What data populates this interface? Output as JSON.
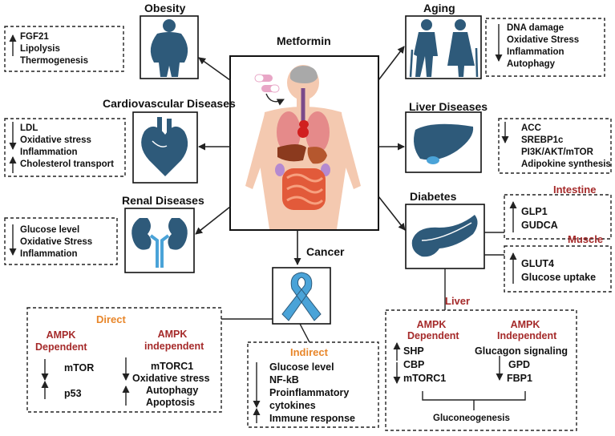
{
  "center": {
    "title": "Metformin"
  },
  "obesity": {
    "title": "Obesity",
    "items": [
      "FGF21",
      "Lipolysis",
      "Thermogenesis"
    ]
  },
  "aging": {
    "title": "Aging",
    "items": [
      "DNA damage",
      "Oxidative Stress",
      "Inflammation",
      "Autophagy"
    ]
  },
  "cardio": {
    "title": "Cardiovascular Diseases",
    "items": [
      "LDL",
      "Oxidative stress",
      "Inflammation",
      "Cholesterol transport"
    ]
  },
  "liver_diseases": {
    "title": "Liver Diseases",
    "items": [
      "ACC",
      "SREBP1c",
      "PI3K/AKT/mTOR",
      "Adipokine synthesis"
    ]
  },
  "renal": {
    "title": "Renal Diseases",
    "items": [
      "Glucose level",
      "Oxidative Stress",
      "Inflammation"
    ]
  },
  "diabetes": {
    "title": "Diabetes",
    "intestine": {
      "title": "Intestine",
      "items": [
        "GLP1",
        "GUDCA"
      ]
    },
    "muscle": {
      "title": "Muscle",
      "items": [
        "GLUT4",
        "Glucose uptake"
      ]
    },
    "liver": {
      "title": "Liver",
      "dependent": {
        "title1": "AMPK",
        "title2": "Dependent",
        "items": [
          "SHP",
          "CBP",
          "mTORC1"
        ]
      },
      "independent": {
        "title1": "AMPK",
        "title2": "Independent",
        "items": [
          "Glucagon signaling",
          "GPD",
          "FBP1"
        ]
      },
      "footer": "Gluconeogenesis"
    }
  },
  "cancer": {
    "title": "Cancer",
    "direct": {
      "title": "Direct",
      "dependent": {
        "title1": "AMPK",
        "title2": "Dependent",
        "items": [
          "mTOR",
          "p53"
        ]
      },
      "independent": {
        "title1": "AMPK",
        "title2": "independent",
        "items": [
          "mTORC1",
          "Oxidative stress",
          "Autophagy",
          "Apoptosis"
        ]
      }
    },
    "indirect": {
      "title": "Indirect",
      "items": [
        "Glucose level",
        "NF-kB",
        "Proinflammatory",
        "cytokines",
        "Immune response"
      ]
    }
  },
  "colors": {
    "icon": "#2e5a7a",
    "accent_red": "#a52a2a",
    "accent_orange": "#e8862a",
    "ribbon": "#4aa3d8"
  }
}
